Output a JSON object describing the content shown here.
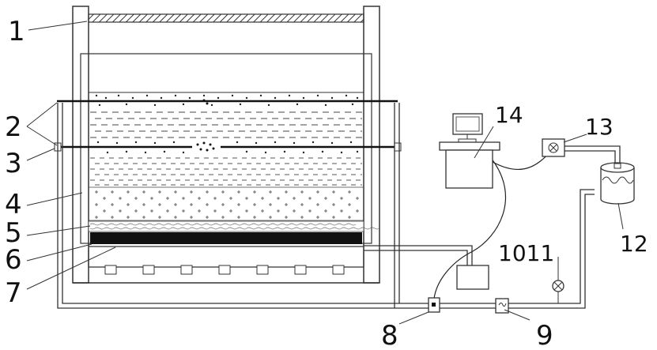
{
  "labels": {
    "l1": "1",
    "l2": "2",
    "l3": "3",
    "l4": "4",
    "l5": "5",
    "l6": "6",
    "l7": "7",
    "l8": "8",
    "l9": "9",
    "l1011": "1011",
    "l12": "12",
    "l13": "13",
    "l14": "14"
  }
}
